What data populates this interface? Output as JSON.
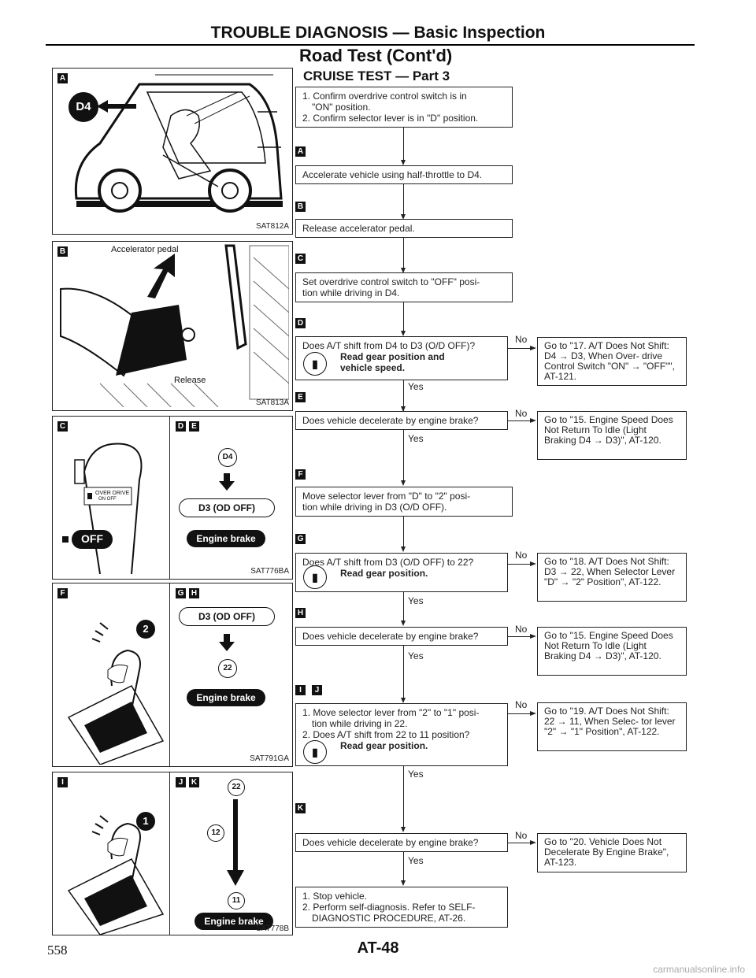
{
  "header": {
    "title": "TROUBLE DIAGNOSIS — Basic Inspection",
    "subtitle": "Road Test (Cont'd)",
    "section": "CRUISE TEST — Part 3"
  },
  "figures": {
    "A": {
      "badge": "A",
      "code": "SAT812A",
      "gear": "D4"
    },
    "B": {
      "badge": "B",
      "code": "SAT813A",
      "label_pedal": "Accelerator pedal",
      "label_release": "Release"
    },
    "C": {
      "badge": "C",
      "switch_label1": "OVER DRIVE",
      "switch_label2": "ON  OFF",
      "off_label": "OFF"
    },
    "DE": {
      "badges": [
        "D",
        "E"
      ],
      "gear": "D4",
      "mode": "D3 (OD OFF)",
      "brake": "Engine brake",
      "code": "SAT776BA"
    },
    "F": {
      "badge": "F",
      "gear_num": "2"
    },
    "GH": {
      "badges": [
        "G",
        "H"
      ],
      "mode": "D3 (OD OFF)",
      "gear": "22",
      "brake": "Engine brake",
      "code": "SAT791GA"
    },
    "I": {
      "badge": "I",
      "gear_num": "1"
    },
    "JK": {
      "badges": [
        "J",
        "K"
      ],
      "gear_top": "22",
      "gear_mid": "12",
      "gear_bot": "11",
      "brake": "Engine brake",
      "code": "SAT778B"
    }
  },
  "flow": {
    "step0": {
      "lines": [
        "1. Confirm overdrive control switch is in",
        "\"ON\" position.",
        "2. Confirm selector lever is in \"D\" position."
      ]
    },
    "stepA": {
      "badge": "A",
      "text": "Accelerate vehicle using half-throttle to D4."
    },
    "stepB": {
      "badge": "B",
      "text": "Release accelerator pedal."
    },
    "stepC": {
      "badge": "C",
      "lines": [
        "Set overdrive control switch to \"OFF\" posi-",
        "tion while driving in D4."
      ]
    },
    "stepD": {
      "badge": "D",
      "lines": [
        "Does A/T shift from D4 to D3 (O/D OFF)?"
      ],
      "bold": [
        "Read gear position and",
        "vehicle speed."
      ],
      "no": "No",
      "yes": "Yes",
      "result": [
        "Go to \"17. A/T Does Not",
        "Shift: D4 → D3, When Over-",
        "drive Control Switch \"ON\"",
        "→ \"OFF\"\", AT-121."
      ]
    },
    "stepE": {
      "badge": "E",
      "text": "Does vehicle decelerate by engine brake?",
      "no": "No",
      "yes": "Yes",
      "result": [
        "Go to \"15. Engine Speed",
        "Does Not Return To Idle",
        "(Light Braking D4 → D3)\",",
        "AT-120."
      ]
    },
    "stepF": {
      "badge": "F",
      "lines": [
        "Move selector lever from \"D\" to \"2\" posi-",
        "tion while driving in D3 (O/D OFF)."
      ]
    },
    "stepG": {
      "badge": "G",
      "lines": [
        "Does A/T shift from D3 (O/D OFF) to 22?"
      ],
      "bold": [
        "Read gear position."
      ],
      "no": "No",
      "yes": "Yes",
      "result": [
        "Go to \"18. A/T Does Not",
        "Shift: D3 → 22, When",
        "Selector Lever \"D\" → \"2\"",
        "Position\", AT-122."
      ]
    },
    "stepH": {
      "badge": "H",
      "text": "Does vehicle decelerate by engine brake?",
      "no": "No",
      "yes": "Yes",
      "result": [
        "Go to \"15. Engine Speed",
        "Does Not Return To Idle",
        "(Light Braking D4 → D3)\",",
        "AT-120."
      ]
    },
    "stepIJ": {
      "badges": [
        "I",
        "J"
      ],
      "lines": [
        "1. Move selector lever from \"2\" to \"1\" posi-",
        "tion while driving in 22.",
        "2. Does A/T shift from 22 to 11 position?"
      ],
      "bold": [
        "Read gear position."
      ],
      "no": "No",
      "yes": "Yes",
      "result": [
        "Go to \"19. A/T Does Not",
        "Shift: 22 → 11, When Selec-",
        "tor lever \"2\" → \"1\"",
        "Position\", AT-122."
      ]
    },
    "stepK": {
      "badge": "K",
      "text": "Does vehicle decelerate by engine brake?",
      "no": "No",
      "yes": "Yes",
      "result": [
        "Go to \"20. Vehicle Does",
        "Not Decelerate By Engine",
        "Brake\", AT-123."
      ]
    },
    "stepEnd": {
      "lines": [
        "1. Stop vehicle.",
        "2. Perform self-diagnosis. Refer to SELF-",
        "DIAGNOSTIC PROCEDURE, AT-26."
      ]
    }
  },
  "footer": {
    "page_number": "558",
    "page_label": "AT-48",
    "watermark": "carmanualsonline.info"
  }
}
